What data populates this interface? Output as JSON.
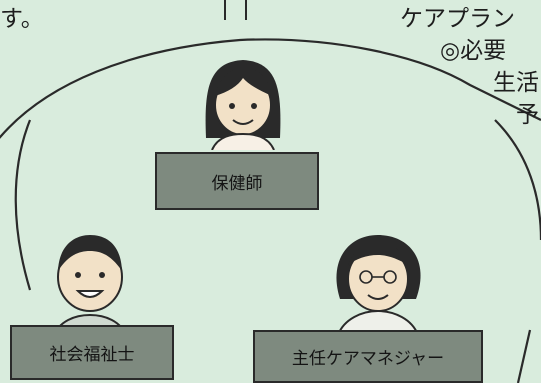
{
  "top_text": {
    "left_fragment": "す。",
    "right_line1": "ケアプラン",
    "right_line2": "◎必要",
    "right_line3": "生活",
    "right_line4": "予"
  },
  "roles": [
    {
      "label": "保健師",
      "figure": "woman-with-long-hair"
    },
    {
      "label": "社会福祉士",
      "figure": "boy-short-hair"
    },
    {
      "label": "主任ケアマネジャー",
      "figure": "elderly-woman-with-glasses"
    }
  ],
  "colors": {
    "background": "#d9ecdd",
    "label_fill": "#7e8a7f",
    "line": "#2a2a2a"
  }
}
